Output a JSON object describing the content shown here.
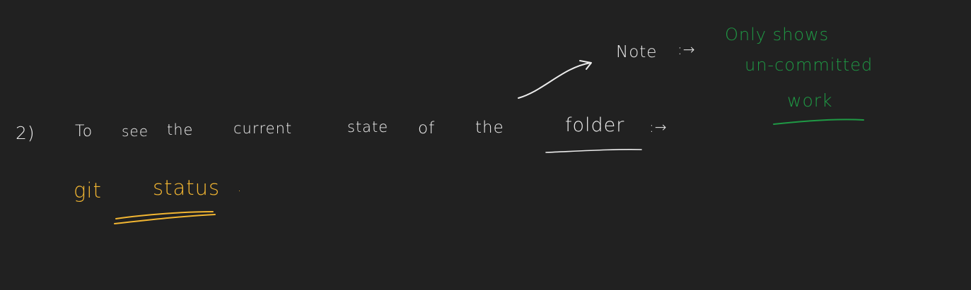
{
  "main_line": {
    "step_number": "2)",
    "words": {
      "to": "To",
      "see": "see",
      "the_1": "the",
      "current": "current",
      "state": "state",
      "of": "of",
      "the_2": "the",
      "folder": "folder",
      "arrow": ":→"
    }
  },
  "command": {
    "git": "git",
    "status": "status",
    "dot": "."
  },
  "note": {
    "label": "Note",
    "arrow": ":→",
    "lines": [
      "Only shows",
      "un-committed",
      "work"
    ]
  },
  "colors": {
    "background": "#212121",
    "white_ink": "#ececec",
    "yellow_ink": "#f2b632",
    "green_ink": "#1f9a45"
  }
}
